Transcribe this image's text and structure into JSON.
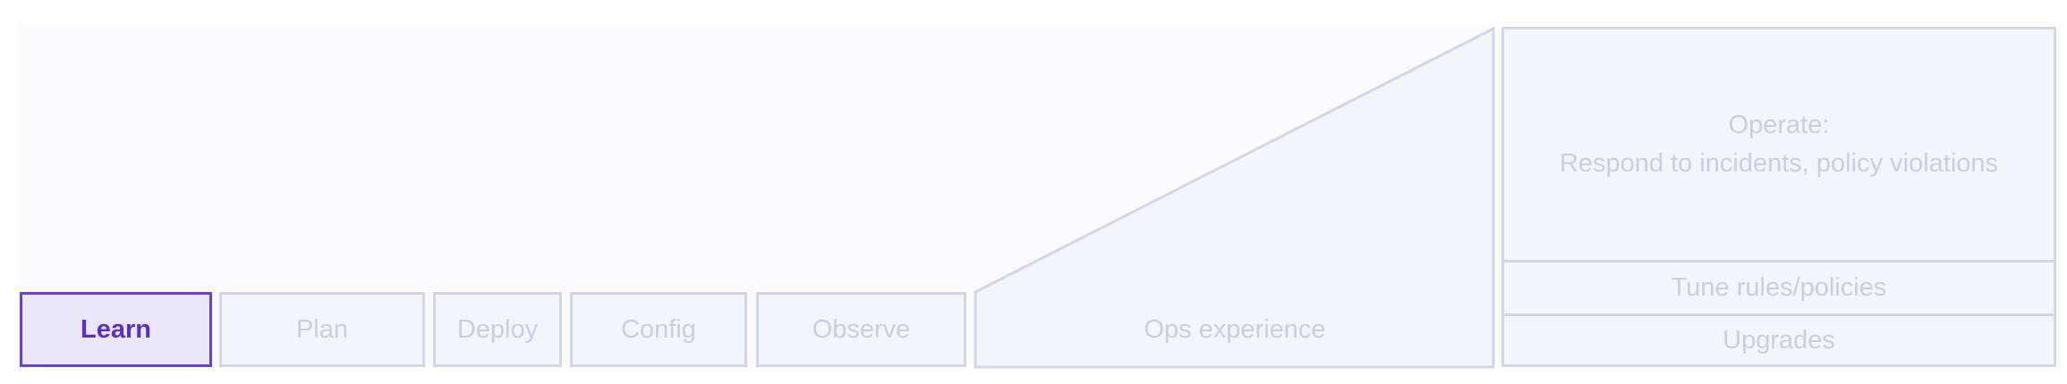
{
  "steps": [
    {
      "label": "Learn",
      "active": true
    },
    {
      "label": "Plan",
      "active": false
    },
    {
      "label": "Deploy",
      "active": false
    },
    {
      "label": "Config",
      "active": false
    },
    {
      "label": "Observe",
      "active": false
    }
  ],
  "ramp": {
    "label": "Ops experience"
  },
  "operate": {
    "title": "Operate:",
    "subtitle": "Respond to incidents, policy violations",
    "tune": "Tune rules/policies",
    "upgrades": "Upgrades"
  },
  "colors": {
    "accent": "#6a40d9",
    "accent_text": "#5a2fc9",
    "active_fill": "#ebe7fa",
    "inactive_border": "#d2d7e7",
    "inactive_fill": "#f3f5fa",
    "inactive_text": "#c9cfe2"
  }
}
